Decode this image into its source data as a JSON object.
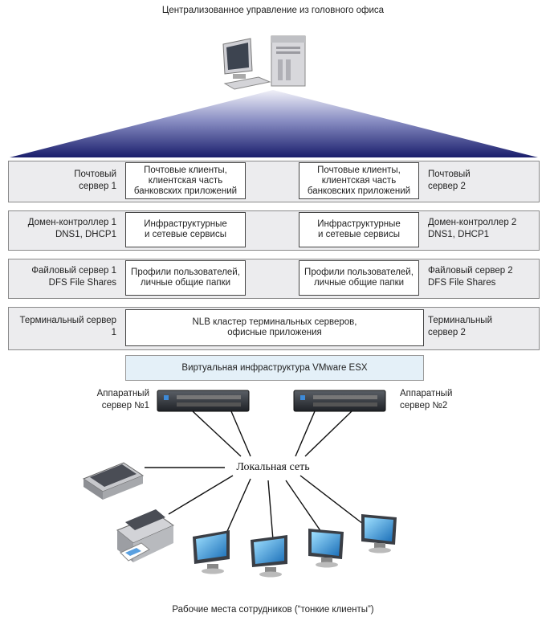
{
  "header": {
    "title": "Централизованное управление из головного офиса"
  },
  "rows": [
    {
      "left_label": "Почтовый\nсервер 1",
      "left_box": "Почтовые клиенты,\nклиентская часть\nбанковских приложений",
      "right_box": "Почтовые клиенты,\nклиентская часть\nбанковских приложений",
      "right_label": "Почтовый\nсервер 2"
    },
    {
      "left_label": "Домен-контроллер 1\nDNS1, DHCP1",
      "left_box": "Инфраструктурные\nи сетевые сервисы",
      "right_box": "Инфраструктурные\nи сетевые сервисы",
      "right_label": "Домен-контроллер 2\nDNS1, DHCP1"
    },
    {
      "left_label": "Файловый сервер 1\nDFS File Shares",
      "left_box": "Профили пользователей,\nличные общие папки",
      "right_box": "Профили пользователей,\nличные общие папки",
      "right_label": "Файловый сервер 2\nDFS File Shares"
    }
  ],
  "terminal_row": {
    "left_label": "Терминальный сервер\n1",
    "box": "NLB кластер терминальных серверов,\nофисные приложения",
    "right_label": "Терминальный\nсервер 2"
  },
  "vmware": "Виртуальная инфраструктура VMware ESX",
  "hardware": {
    "left": "Аппаратный\nсервер №1",
    "right": "Аппаратный\nсервер №2"
  },
  "network": "Локальная сеть",
  "footer": "Рабочие места сотрудников (“тонкие клиенты”)",
  "colors": {
    "arrow": "#2e3583",
    "triangle_top": "#f2f2f8",
    "triangle_bottom": "#1c2070",
    "vmware_bg": "#e4f0f8"
  }
}
